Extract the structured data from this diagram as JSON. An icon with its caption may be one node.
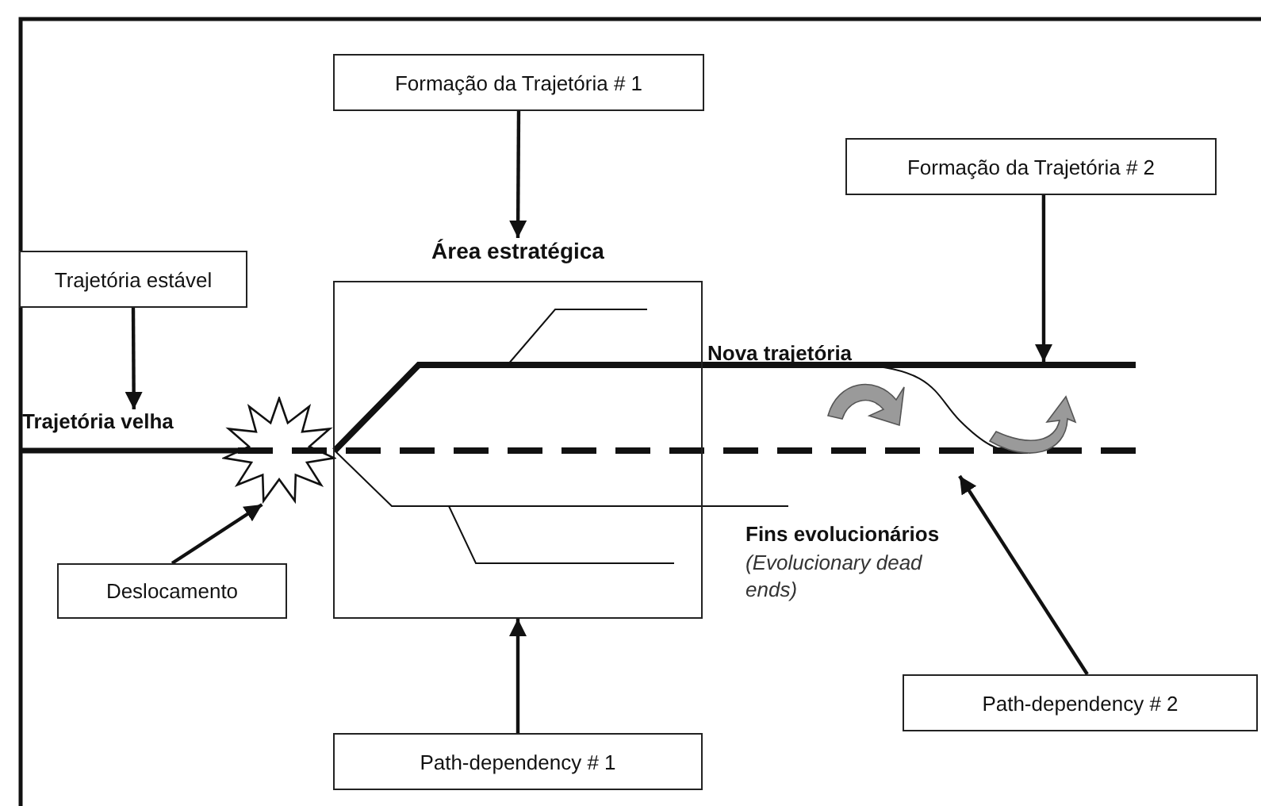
{
  "diagram": {
    "nodes": [
      {
        "text": [
          "Formação da Trajetória # 1"
        ]
      },
      {
        "text": [
          "Área estratégica"
        ]
      },
      {
        "text": [
          "Formação da Trajetória # 2"
        ]
      },
      {
        "text": [
          "Trajetória estável"
        ]
      },
      {
        "text": [
          "Deslocamento"
        ]
      },
      {
        "text": [
          "Path-dependency # 1"
        ]
      },
      {
        "text": [
          "Path-dependency # 2"
        ]
      },
      {
        "text": [
          "Trajetória velha"
        ]
      },
      {
        "text": [],
        "shape": "star"
      }
    ],
    "edges": [
      {
        "from": 0,
        "to": 1,
        "arrow": "to"
      },
      {
        "from": 3,
        "to": 7,
        "arrow": "to"
      },
      {
        "from": 4,
        "to": 8,
        "arrow": "to"
      },
      {
        "from": 5,
        "to": 1,
        "arrow": "to"
      },
      {
        "from": 2,
        "to": null,
        "arrow": "to"
      },
      {
        "from": 6,
        "to": null,
        "arrow": "to"
      }
    ],
    "labels": [
      "Nova trajetória",
      "**Fins evolucionários** *(Evolucionary dead ends)*"
    ]
  }
}
